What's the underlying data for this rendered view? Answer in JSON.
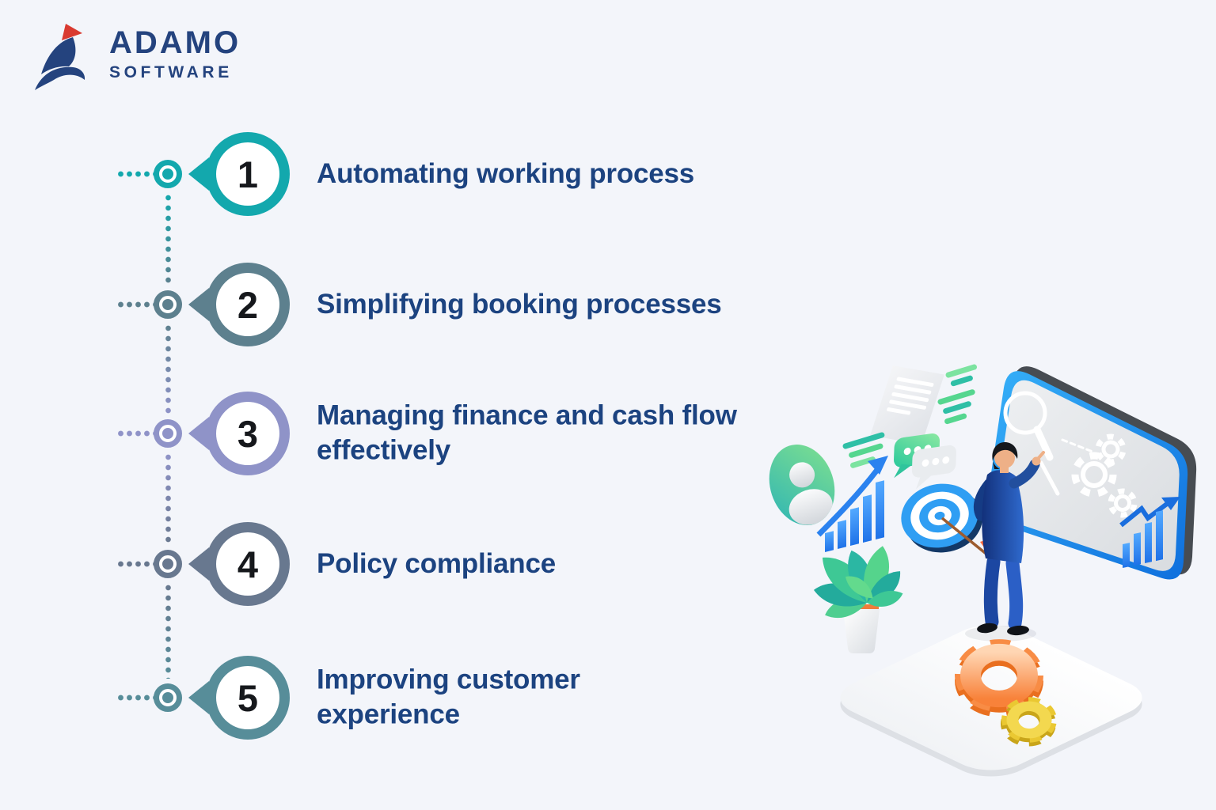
{
  "logo": {
    "brand": "ADAMO",
    "sub": "SOFTWARE",
    "color": "#24437e",
    "accent_red": "#d93a30",
    "mark_icon": "adamo-sail-logo-icon"
  },
  "timeline": {
    "text_color": "#1c4380",
    "items": [
      {
        "number": "1",
        "title": "Automating working process",
        "ring_color": "#13a8ad"
      },
      {
        "number": "2",
        "title": "Simplifying booking processes",
        "ring_color": "#5d808e"
      },
      {
        "number": "3",
        "title": "Managing finance and cash flow effectively",
        "ring_color": "#8f93c8"
      },
      {
        "number": "4",
        "title": "Policy compliance",
        "ring_color": "#68788f"
      },
      {
        "number": "5",
        "title": "Improving customer experience",
        "ring_color": "#578d99"
      }
    ]
  },
  "illustration": {
    "icons": [
      "avatar-icon",
      "document-icon",
      "chat-bubbles-icon",
      "speed-lines-icon",
      "growth-bar-chart-icon",
      "growth-arrow-icon",
      "target-dart-icon",
      "plant-icon",
      "floor-platform",
      "presentation-board",
      "magnifier-icon",
      "board-gears-icon",
      "board-bar-chart-icon",
      "board-trend-arrow-icon",
      "person-presenter",
      "orange-gear-icon",
      "yellow-gear-icon"
    ],
    "colors": {
      "board_frame_blue": "#2196f3",
      "board_face_gray": "#e8eaed",
      "suit_navy": "#1d4a9e",
      "bar_blue": "#2e86f0",
      "accent_teal": "#2eb9b0",
      "accent_green": "#55d48c",
      "gear_orange": "#f98e3d",
      "gear_yellow": "#edcb3a",
      "dart_orange": "#ff6a3d"
    }
  }
}
